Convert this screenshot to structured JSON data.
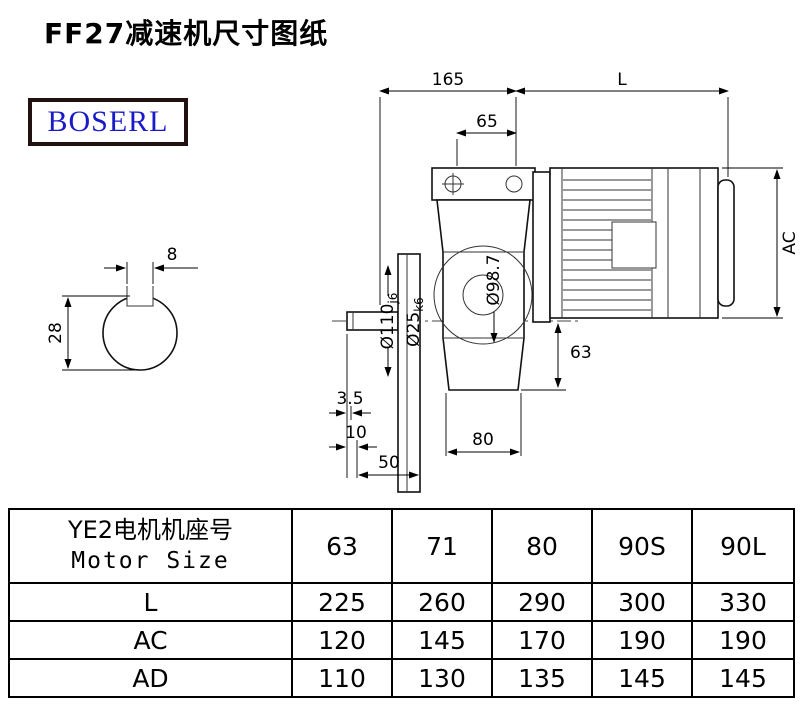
{
  "page": {
    "title": "FF27减速机尺寸图纸",
    "brand": "BOSERL"
  },
  "drawing": {
    "dim_165": "165",
    "dim_L": "L",
    "dim_65": "65",
    "dim_AC": "AC",
    "dim_8": "8",
    "dim_28": "28",
    "dim_dia110": "Ø110",
    "dim_dia110_fit": "j6",
    "dim_dia25": "Ø25",
    "dim_dia25_fit": "k6",
    "dim_dia98_7": "Ø98.7",
    "dim_63": "63",
    "dim_3_5": "3.5",
    "dim_10": "10",
    "dim_50": "50",
    "dim_80": "80"
  },
  "table": {
    "header": {
      "line1": "YE2电机机座号",
      "line2": "Motor Size"
    },
    "columns": [
      "63",
      "71",
      "80",
      "90S",
      "90L"
    ],
    "rows": [
      {
        "label": "L",
        "values": [
          "225",
          "260",
          "290",
          "300",
          "330"
        ]
      },
      {
        "label": "AC",
        "values": [
          "120",
          "145",
          "170",
          "190",
          "190"
        ]
      },
      {
        "label": "AD",
        "values": [
          "110",
          "130",
          "135",
          "145",
          "145"
        ]
      }
    ]
  }
}
